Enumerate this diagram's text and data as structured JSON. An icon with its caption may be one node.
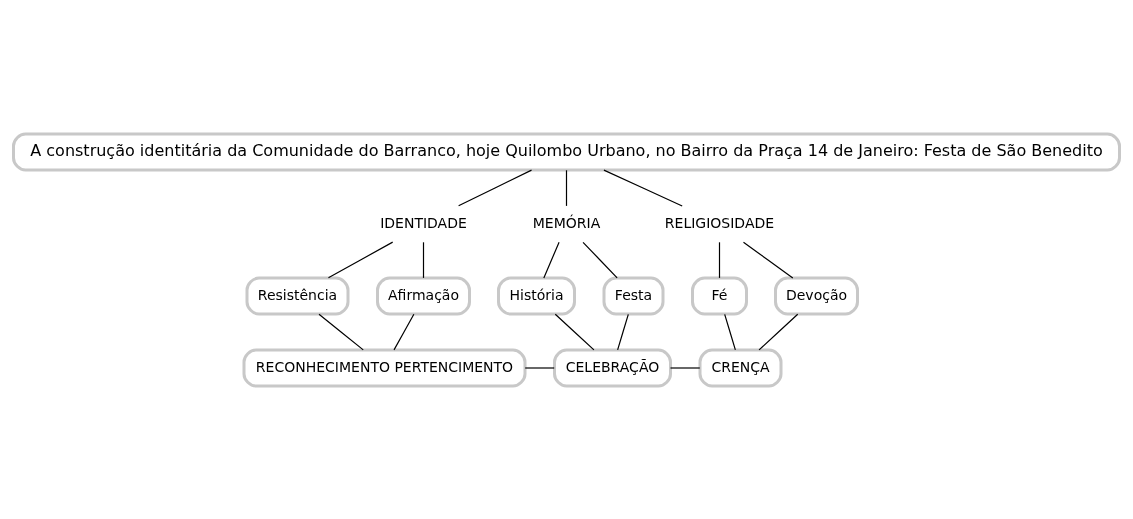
{
  "diagram": {
    "nodes": [
      {
        "text": [
          "A construção identitária da Comunidade do Barranco, hoje Quilombo Urbano, no Bairro da Praça 14 de Janeiro: Festa de São Benedito"
        ]
      },
      {
        "text": [
          "IDENTIDADE"
        ]
      },
      {
        "text": [
          "MEMÓRIA"
        ]
      },
      {
        "text": [
          "RELIGIOSIDADE"
        ]
      },
      {
        "text": [
          "Resistência"
        ]
      },
      {
        "text": [
          "Afirmação"
        ]
      },
      {
        "text": [
          "História"
        ]
      },
      {
        "text": [
          "Festa"
        ]
      },
      {
        "text": [
          "Fé"
        ]
      },
      {
        "text": [
          "Devoção"
        ]
      },
      {
        "text": [
          "RECONHECIMENTO PERTENCIMENTO"
        ]
      },
      {
        "text": [
          "CELEBRAÇÃO"
        ]
      },
      {
        "text": [
          "CRENÇA"
        ]
      }
    ],
    "edges": [
      {
        "from": 0,
        "to": 1,
        "arrow": "none"
      },
      {
        "from": 0,
        "to": 2,
        "arrow": "none"
      },
      {
        "from": 0,
        "to": 3,
        "arrow": "none"
      },
      {
        "from": 1,
        "to": 4,
        "arrow": "none"
      },
      {
        "from": 1,
        "to": 5,
        "arrow": "none"
      },
      {
        "from": 2,
        "to": 6,
        "arrow": "none"
      },
      {
        "from": 2,
        "to": 7,
        "arrow": "none"
      },
      {
        "from": 3,
        "to": 8,
        "arrow": "none"
      },
      {
        "from": 3,
        "to": 9,
        "arrow": "none"
      },
      {
        "from": 4,
        "to": 10,
        "arrow": "none"
      },
      {
        "from": 5,
        "to": 10,
        "arrow": "none"
      },
      {
        "from": 6,
        "to": 11,
        "arrow": "none"
      },
      {
        "from": 7,
        "to": 11,
        "arrow": "none"
      },
      {
        "from": 8,
        "to": 12,
        "arrow": "none"
      },
      {
        "from": 9,
        "to": 12,
        "arrow": "none"
      },
      {
        "from": 10,
        "to": 11,
        "arrow": "none"
      },
      {
        "from": 11,
        "to": 12,
        "arrow": "none"
      }
    ]
  }
}
